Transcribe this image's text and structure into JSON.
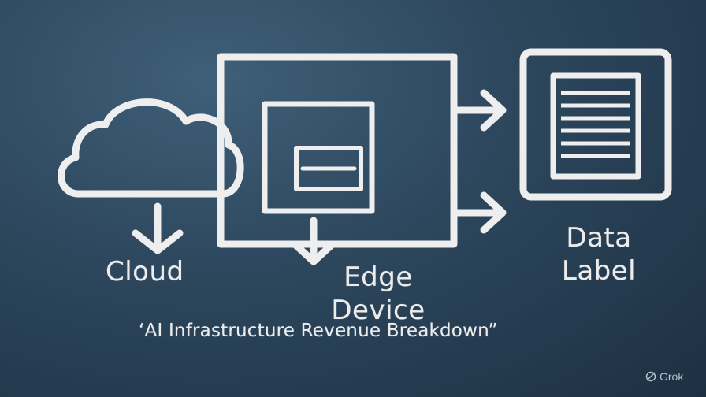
{
  "labels": {
    "cloud": "Cloud",
    "edge_line1": "Edge",
    "edge_line2": "Device",
    "data_line1": "Data",
    "data_line2": "Label"
  },
  "caption": "‘AI Infrastructure Revenue Breakdown”",
  "watermark": "Grok",
  "icons": {
    "cloud": "cloud-icon",
    "edge": "edge-device-icon",
    "data": "document-icon",
    "arrows": "arrow-icon"
  },
  "colors": {
    "stroke": "#eeeeee",
    "background": "#2c465c"
  }
}
